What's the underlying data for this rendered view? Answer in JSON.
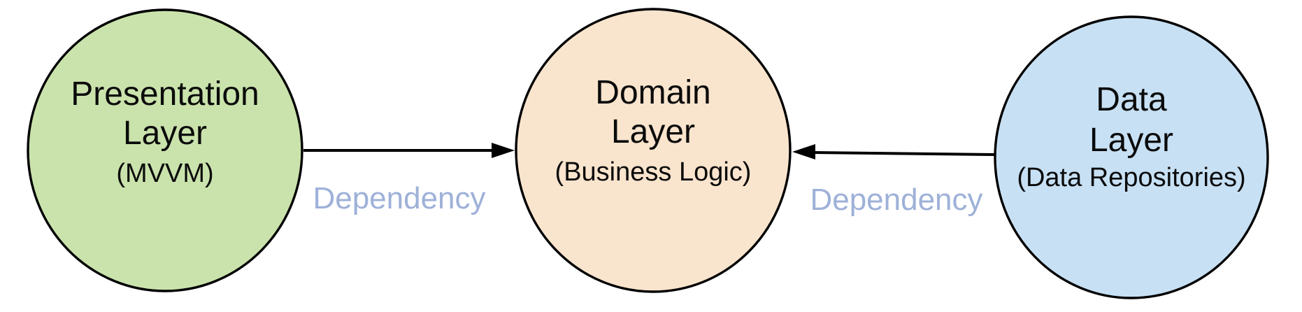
{
  "diagram": {
    "type": "architecture-layers-diagram",
    "nodes": [
      {
        "id": "presentation",
        "line1": "Presentation",
        "line2": "Layer",
        "sub": "(MVVM)",
        "fill": "#cae3ac",
        "stroke": "#000000"
      },
      {
        "id": "domain",
        "line1": "Domain",
        "line2": "Layer",
        "sub": "(Business Logic)",
        "fill": "#f9e4cd",
        "stroke": "#000000"
      },
      {
        "id": "data",
        "line1": "Data",
        "line2": "Layer",
        "sub": "(Data Repositories)",
        "fill": "#c7e0f4",
        "stroke": "#000000"
      }
    ],
    "edges": [
      {
        "from": "presentation",
        "to": "domain",
        "label": "Dependency",
        "direction": "right"
      },
      {
        "from": "data",
        "to": "domain",
        "label": "Dependency",
        "direction": "left"
      }
    ],
    "colors": {
      "edge_label": "#9eb1d8",
      "edge_stroke": "#000000",
      "text": "#0b0b0b",
      "background": "#ffffff"
    }
  }
}
